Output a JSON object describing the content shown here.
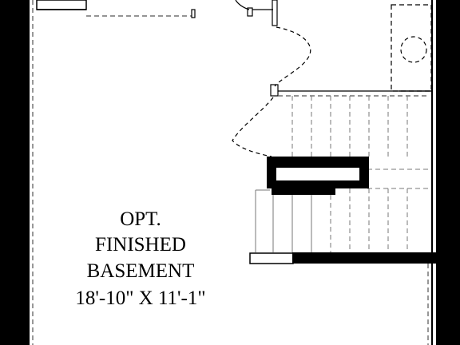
{
  "room": {
    "line1": "OPT.",
    "line2": "FINISHED",
    "line3": "BASEMENT",
    "dimensions": "18'-10\" X 11'-1\""
  },
  "colors": {
    "wall": "#000000",
    "paper": "#ffffff",
    "dashed_line": "#555555"
  }
}
